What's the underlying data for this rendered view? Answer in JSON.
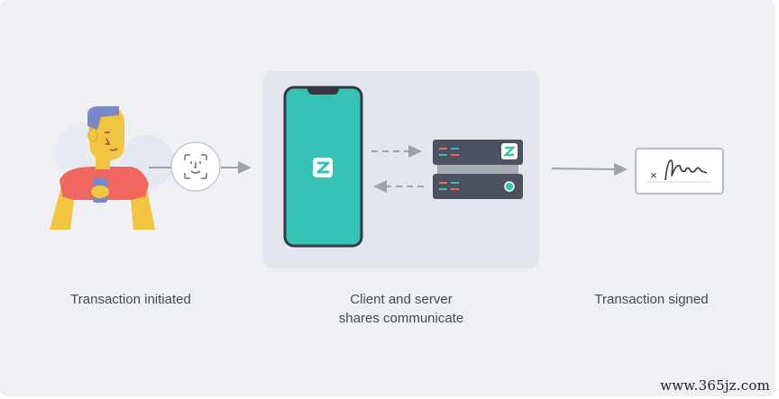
{
  "diagram": {
    "steps": [
      {
        "label": "Transaction initiated"
      },
      {
        "label_line1": "Client and server",
        "label_line2": "shares communicate"
      },
      {
        "label": "Transaction signed"
      }
    ],
    "signature_mark": "×",
    "icons": {
      "person": "person-with-phone-icon",
      "face_id": "face-id-icon",
      "phone": "smartphone-icon",
      "app_logo": "z-logo-icon",
      "server": "server-icon",
      "signature": "signature-icon"
    },
    "colors": {
      "phone_screen": "#36c3b5",
      "arrow": "#9ea3ab",
      "shirt": "#f1675e",
      "skin": "#f5c644",
      "hair": "#7b88c8"
    }
  },
  "watermark": "www.365jz.com"
}
